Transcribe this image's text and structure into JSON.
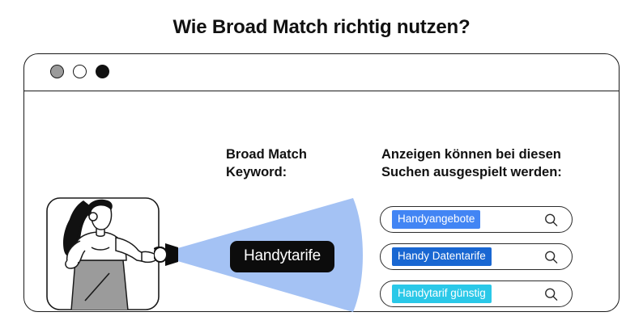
{
  "page": {
    "title": "Wie Broad Match richtig nutzen?",
    "background_color": "#ffffff"
  },
  "browser": {
    "dots": [
      {
        "name": "gray-dot",
        "color": "#9b9b9b"
      },
      {
        "name": "white-dot",
        "color": "#ffffff"
      },
      {
        "name": "black-dot",
        "color": "#111111"
      }
    ]
  },
  "columns": {
    "keyword_heading": "Broad Match\nKeyword:",
    "queries_heading": "Anzeigen können bei diesen\nSuchen ausgespielt werden:"
  },
  "illustration": {
    "name": "woman-with-flashlight-illustration",
    "hair_color": "#111111",
    "skirt_color": "#9b9b9b",
    "top_color": "#ffffff"
  },
  "beam": {
    "name": "flashlight-beam-cone",
    "color": "#a4c2f4"
  },
  "keyword": {
    "label": "Handytarife",
    "background_color": "#0c0c0c",
    "text_color": "#ffffff"
  },
  "search_results": [
    {
      "query": "Handyangebote",
      "highlight_color": "#4285f4",
      "icon": "search-icon"
    },
    {
      "query": "Handy Datentarife",
      "highlight_color": "#1967d2",
      "icon": "search-icon"
    },
    {
      "query": "Handytarif günstig",
      "highlight_color": "#2ac8e8",
      "icon": "search-icon"
    }
  ]
}
